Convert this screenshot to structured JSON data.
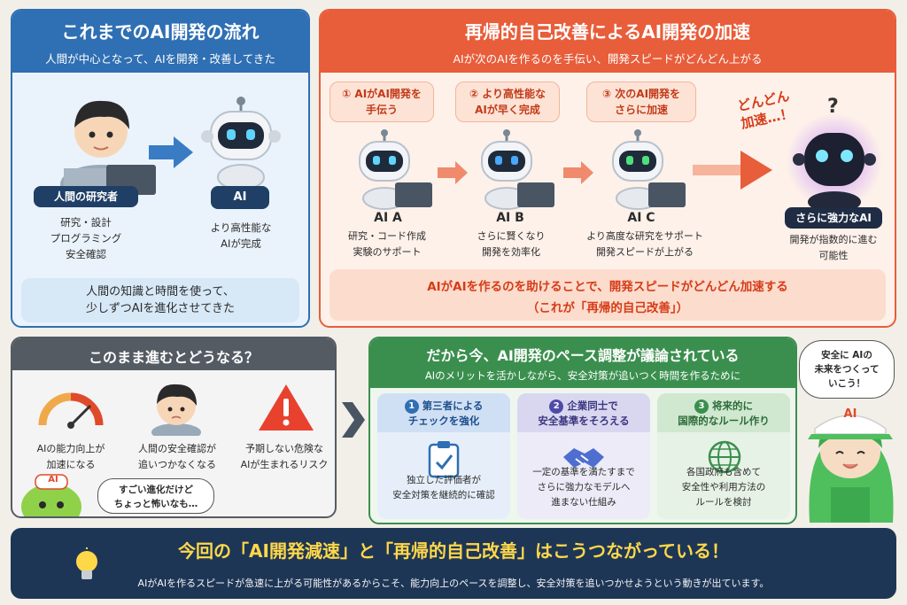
{
  "panel1": {
    "title": "これまでのAI開発の流れ",
    "subtitle": "人間が中心となって、AIを開発・改善してきた",
    "human_label": "人間の研究者",
    "human_desc": [
      "研究・設計",
      "プログラミング",
      "安全確認"
    ],
    "ai_label": "AI",
    "ai_desc": [
      "より高性能な",
      "AIが完成"
    ],
    "note": [
      "人間の知識と時間を使って、",
      "少しずつAIを進化させてきた"
    ]
  },
  "panel2": {
    "title": "再帰的自己改善によるAI開発の加速",
    "subtitle": "AIが次のAIを作るのを手伝い、開発スピードがどんどん上がる",
    "steps": [
      {
        "bubble": [
          "① AIがAI開発を",
          "手伝う"
        ],
        "name": "AI A",
        "desc": [
          "研究・コード作成",
          "実験のサポート"
        ]
      },
      {
        "bubble": [
          "② より高性能な",
          "AIが早く完成"
        ],
        "name": "AI B",
        "desc": [
          "さらに賢くなり",
          "開発を効率化"
        ]
      },
      {
        "bubble": [
          "③ 次のAI開発を",
          "さらに加速"
        ],
        "name": "AI C",
        "desc": [
          "より高度な研究をサポート",
          "開発スピードが上がる"
        ]
      }
    ],
    "exclaim": [
      "どんどん",
      "加速…！"
    ],
    "question": "?",
    "final_label": "さらに強力なAI",
    "final_desc": [
      "開発が指数的に進む",
      "可能性"
    ],
    "summary_line1": "AIがAIを作るのを助けることで、開発スピードがどんどん加速する",
    "summary_line2": "（これが「再帰的自己改善」）"
  },
  "panel3": {
    "title": "このまま進むとどうなる？",
    "items": [
      {
        "icon": "speedometer-icon",
        "text": [
          "AIの能力向上が",
          "加速になる"
        ]
      },
      {
        "icon": "worried-person-icon",
        "text": [
          "人間の安全確認が",
          "追いつかなくなる"
        ]
      },
      {
        "icon": "warning-icon",
        "text": [
          "予期しない危険な",
          "AIが生まれるリスク"
        ]
      }
    ],
    "mascot_tag": "AI",
    "mascot_speech": [
      "すごい進化だけど",
      "ちょっと怖いなも…"
    ]
  },
  "panel4": {
    "title": "だから今、AI開発のペース調整が議論されている",
    "subtitle": "AIのメリットを活かしながら、安全対策が追いつく時間を作るために",
    "cards": [
      {
        "num": "1",
        "title": [
          "第三者による",
          "チェックを強化"
        ],
        "icon": "clipboard-check-icon",
        "desc": [
          "独立した評価者が",
          "安全対策を継続的に確認"
        ]
      },
      {
        "num": "2",
        "title": [
          "企業同士で",
          "安全基準をそろえる"
        ],
        "icon": "handshake-icon",
        "desc": [
          "一定の基準を満たすまで",
          "さらに強力なモデルへ",
          "進まない仕組み"
        ]
      },
      {
        "num": "3",
        "title": [
          "将来的に",
          "国際的なルール作り"
        ],
        "icon": "globe-icon",
        "desc": [
          "各国政府も含めて",
          "安全性や利用方法の",
          "ルールを検討"
        ]
      }
    ]
  },
  "girl": {
    "speech": [
      "安全に AIの",
      "未来をつくって",
      "いこう！"
    ],
    "cap": "AI"
  },
  "banner": {
    "title": "今回の「AI開発減速」と「再帰的自己改善」はこうつながっている！",
    "subtitle": "AIがAIを作るスピードが急速に上がる可能性があるからこそ、能力向上のペースを調整し、安全対策を追いつかせようという動きが出ています。"
  },
  "colors": {
    "blue": "#2f6fb3",
    "orange": "#e85d3a",
    "gray": "#545b63",
    "green": "#3b8f4e",
    "navy": "#1e3656",
    "yellow": "#ffd84a"
  }
}
